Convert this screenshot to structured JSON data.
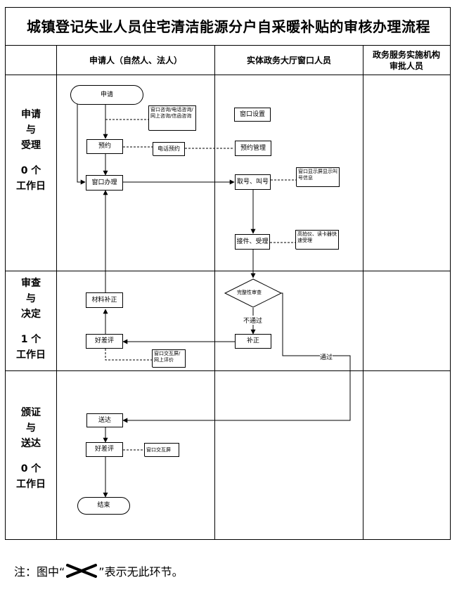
{
  "title": "城镇登记失业人员住宅清洁能源分户自采暖补贴的审核办理流程",
  "columns": {
    "applicant": "申请人（自然人、法人）",
    "window": "实体政务大厅窗口人员",
    "approver_line1": "政务服务实施机构",
    "approver_line2": "审批人员"
  },
  "stages": {
    "apply": {
      "l1": "申请",
      "l2": "与",
      "l3": "受理",
      "days": "0 个",
      "unit": "工作日"
    },
    "review": {
      "l1": "审查",
      "l2": "与",
      "l3": "决定",
      "days": "1 个",
      "unit": "工作日"
    },
    "issue": {
      "l1": "颁证",
      "l2": "与",
      "l3": "送达",
      "days": "0 个",
      "unit": "工作日"
    }
  },
  "nodes": {
    "apply": "申请",
    "reserve": "预约",
    "window_handle": "窗口办理",
    "window_setup": "窗口设置",
    "reserve_mgmt": "预约管理",
    "take_number": "取号、叫号",
    "accept": "接件、受理",
    "completeness": "完整性审查",
    "correct": "补正",
    "material_fix": "材料补正",
    "rating1": "好差评",
    "deliver": "送达",
    "rating2": "好差评",
    "end": "结束"
  },
  "notes": {
    "consult": "窗口咨询/电话咨询/网上咨询/信函咨询",
    "phone_reserve": "电话预约",
    "screen_call": "窗口显示屏显示叫号信息",
    "scan_device": "高拍仪、读卡器快速受理",
    "window_web": "窗口交互屏/网上评价",
    "window_screen": "窗口交互屏"
  },
  "labels": {
    "fail": "不通过",
    "pass": "通过"
  },
  "footnote": {
    "prefix": "注：图中“",
    "suffix": "”表示无此环节。"
  }
}
